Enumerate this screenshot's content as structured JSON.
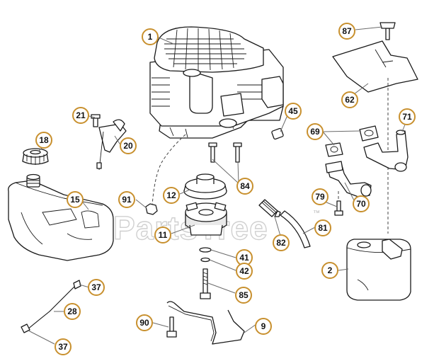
{
  "watermark": "PartsTree",
  "trademark": "™",
  "colors": {
    "callout_border": "#c8902e",
    "line": "#1a1a1a",
    "leader": "#6b6b6b",
    "watermark": "#d0d0d0"
  },
  "callouts": [
    "1",
    "2",
    "9",
    "11",
    "12",
    "15",
    "18",
    "20",
    "21",
    "28",
    "37",
    "37",
    "41",
    "42",
    "45",
    "62",
    "69",
    "70",
    "71",
    "79",
    "81",
    "82",
    "84",
    "85",
    "87",
    "90",
    "91"
  ]
}
